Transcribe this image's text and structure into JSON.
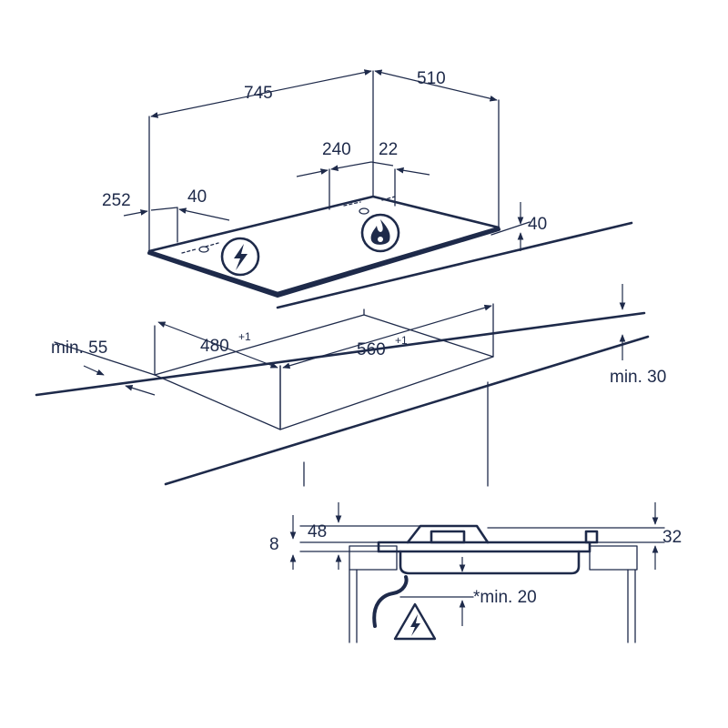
{
  "dimensions": {
    "width_745": "745",
    "depth_510": "510",
    "burner_x_240": "240",
    "burner_y_22": "22",
    "left_252": "252",
    "left_40": "40",
    "thickness_40": "40",
    "cutout_480": "480",
    "cutout_480_tol": "+1",
    "cutout_560": "560",
    "cutout_560_tol": "+1",
    "min_55": "min. 55",
    "min_30": "min. 30",
    "side_8": "8",
    "side_48": "48",
    "side_32": "32",
    "min_20": "*min. 20"
  },
  "icons": {
    "electric": "lightning-bolt-icon",
    "gas": "flame-icon",
    "warning": "electrical-warning-icon"
  },
  "colors": {
    "line": "#1e2a4a",
    "background": "#ffffff"
  }
}
